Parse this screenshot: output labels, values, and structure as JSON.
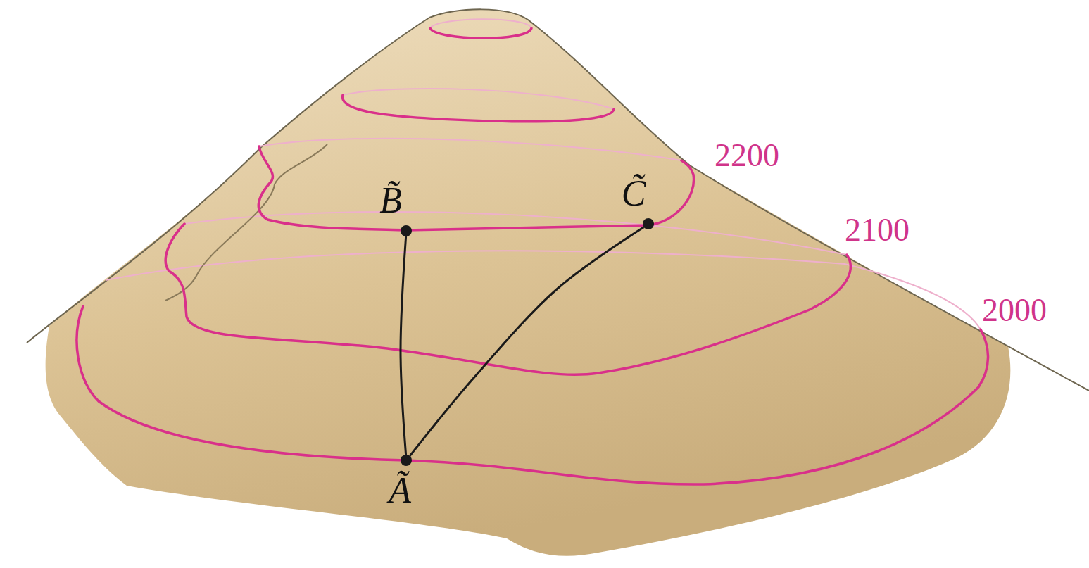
{
  "diagram": {
    "nodes": [
      {
        "text": [
          "B̃"
        ]
      },
      {
        "text": [
          "C̃"
        ]
      },
      {
        "text": [
          "Ã"
        ]
      }
    ],
    "edges": [
      {
        "from": 2,
        "to": 0,
        "arrow": "none"
      },
      {
        "from": 2,
        "to": 1,
        "arrow": "none"
      }
    ],
    "labels": [
      "2200",
      "2100",
      "2000"
    ]
  }
}
